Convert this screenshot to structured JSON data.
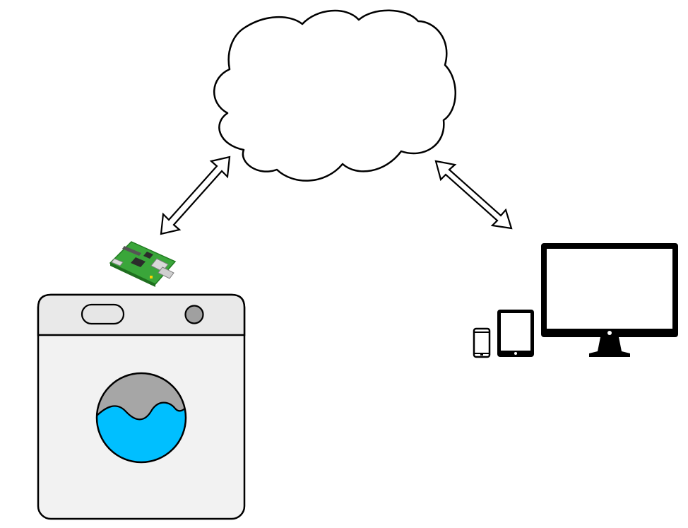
{
  "diagram": {
    "kind": "iot-connectivity",
    "nodes": [
      {
        "id": "cloud",
        "icon": "cloud-icon"
      },
      {
        "id": "controller-board",
        "icon": "circuit-board-icon"
      },
      {
        "id": "washing-machine",
        "icon": "washing-machine-icon"
      },
      {
        "id": "client-devices",
        "icon": "devices-icon",
        "items": [
          "phone-icon",
          "tablet-icon",
          "monitor-icon"
        ]
      }
    ],
    "links": [
      {
        "from": "controller-board",
        "to": "cloud",
        "direction": "bidirectional"
      },
      {
        "from": "cloud",
        "to": "client-devices",
        "direction": "bidirectional"
      }
    ]
  },
  "colors": {
    "outline": "#000000",
    "background": "#ffffff",
    "machine_body": "#f2f2f2",
    "machine_panel": "#e9e9e9",
    "drum_air": "#a6a6a6",
    "drum_water": "#00bfff",
    "knob": "#a0a0a0",
    "board_green": "#3aa63a",
    "board_dark_green": "#1f7a1f",
    "board_metal": "#d9d9d9"
  }
}
